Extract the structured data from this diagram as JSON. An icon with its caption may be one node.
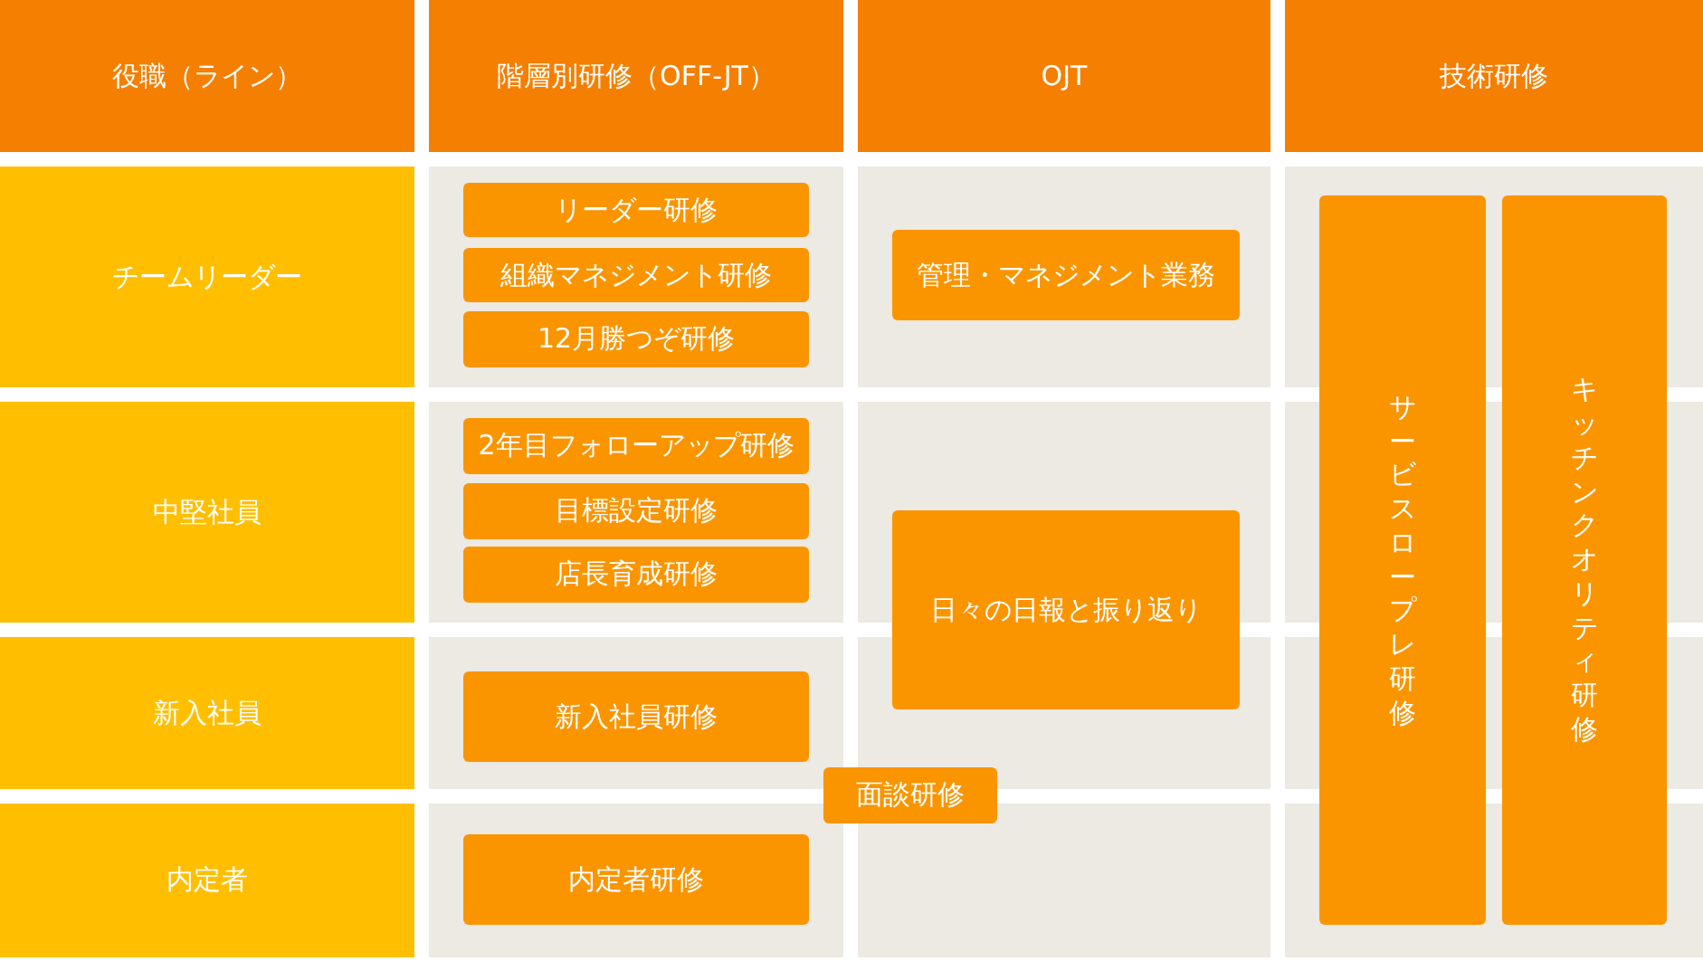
{
  "diagram": {
    "nodes": [
      {
        "text": [
          "役職（ライン）"
        ]
      },
      {
        "text": [
          "階層別研修（OFF-JT）"
        ]
      },
      {
        "text": [
          "OJT"
        ]
      },
      {
        "text": [
          "技術研修"
        ]
      },
      {
        "text": [
          "チームリーダー"
        ]
      },
      {
        "text": [
          "リーダー研修"
        ]
      },
      {
        "text": [
          "組織マネジメント研修"
        ]
      },
      {
        "text": [
          "12月勝つぞ研修"
        ]
      },
      {
        "text": [
          "管理・マネジメント業務"
        ]
      },
      {
        "text": [
          "サービスロープレ研修"
        ]
      },
      {
        "text": [
          "キッチンクオリティ研修"
        ]
      },
      {
        "text": [
          "中堅社員"
        ]
      },
      {
        "text": [
          "2年目フォローアップ研修"
        ]
      },
      {
        "text": [
          "目標設定研修"
        ]
      },
      {
        "text": [
          "店長育成研修"
        ]
      },
      {
        "text": [
          "日々の日報と振り返り"
        ]
      },
      {
        "text": [
          "新入社員"
        ]
      },
      {
        "text": [
          "新入社員研修"
        ]
      },
      {
        "text": [
          "面談研修"
        ]
      },
      {
        "text": [
          "内定者"
        ]
      },
      {
        "text": [
          "内定者研修"
        ]
      }
    ]
  }
}
